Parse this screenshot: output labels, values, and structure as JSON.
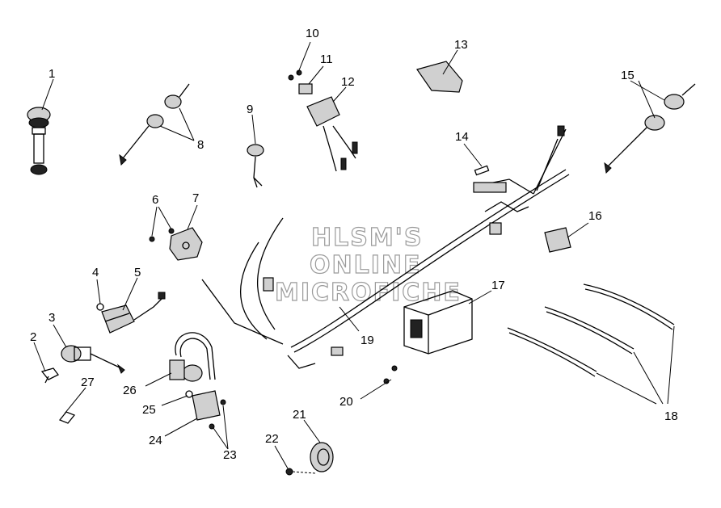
{
  "watermark": {
    "lines": [
      "HLSM'S",
      "ONLINE",
      "MICROFICHE"
    ]
  },
  "callouts": [
    {
      "id": "p1",
      "label": "1"
    },
    {
      "id": "p2",
      "label": "2"
    },
    {
      "id": "p3",
      "label": "3"
    },
    {
      "id": "p4",
      "label": "4"
    },
    {
      "id": "p5",
      "label": "5"
    },
    {
      "id": "p6",
      "label": "6"
    },
    {
      "id": "p7",
      "label": "7"
    },
    {
      "id": "p8",
      "label": "8"
    },
    {
      "id": "p9",
      "label": "9"
    },
    {
      "id": "p10",
      "label": "10"
    },
    {
      "id": "p11",
      "label": "11"
    },
    {
      "id": "p12",
      "label": "12"
    },
    {
      "id": "p13",
      "label": "13"
    },
    {
      "id": "p14",
      "label": "14"
    },
    {
      "id": "p15",
      "label": "15"
    },
    {
      "id": "p16",
      "label": "16"
    },
    {
      "id": "p17",
      "label": "17"
    },
    {
      "id": "p18",
      "label": "18"
    },
    {
      "id": "p19",
      "label": "19"
    },
    {
      "id": "p20",
      "label": "20"
    },
    {
      "id": "p21",
      "label": "21"
    },
    {
      "id": "p22",
      "label": "22"
    },
    {
      "id": "p23",
      "label": "23"
    },
    {
      "id": "p24",
      "label": "24"
    },
    {
      "id": "p25",
      "label": "25"
    },
    {
      "id": "p26",
      "label": "26"
    },
    {
      "id": "p27",
      "label": "27"
    }
  ]
}
